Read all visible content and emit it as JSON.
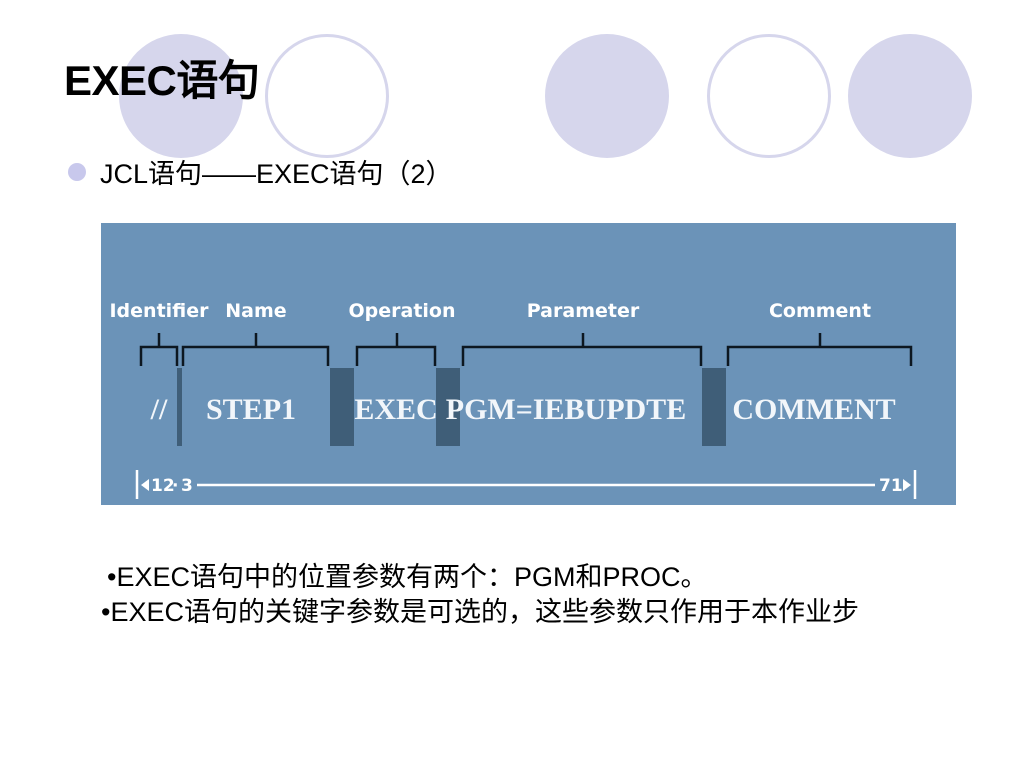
{
  "slide": {
    "title": "EXEC语句",
    "bullet": "JCL语句——EXEC语句（2）"
  },
  "diagram": {
    "headers": {
      "identifier": "Identifier",
      "name": "Name",
      "operation": "Operation",
      "parameter": "Parameter",
      "comment": "Comment"
    },
    "fields": {
      "identifier": "//",
      "name": "STEP1",
      "operation": "EXEC",
      "parameter": "PGM=IEBUPDTE",
      "comment": "COMMENT"
    },
    "columns": {
      "start": "12",
      "dot": "·",
      "third": "3",
      "end": "71"
    }
  },
  "notes": {
    "line1": "•EXEC语句中的位置参数有两个：PGM和PROC。",
    "line2": "•EXEC语句的关键字参数是可选的，这些参数只作用于本作业步"
  },
  "colors": {
    "diagram_background": "#6b93b8",
    "separator": "#3f5e78",
    "decor": "#d6d6ec",
    "bullet_dot": "#c8c8ec"
  }
}
